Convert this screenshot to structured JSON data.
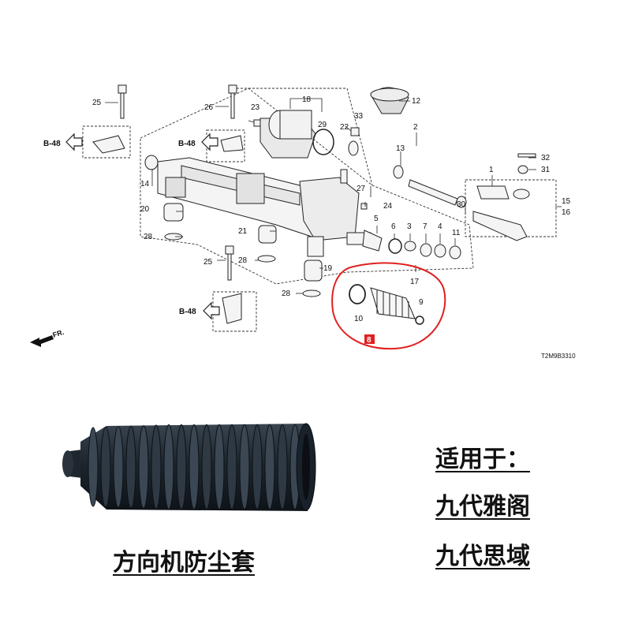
{
  "diagram": {
    "part_numbers": [
      "1",
      "2",
      "3",
      "4",
      "5",
      "6",
      "7",
      "8",
      "9",
      "10",
      "11",
      "12",
      "13",
      "14",
      "15",
      "16",
      "17",
      "18",
      "19",
      "20",
      "21",
      "22",
      "23",
      "24",
      "25",
      "26",
      "27",
      "28",
      "29",
      "30",
      "31",
      "32",
      "33"
    ],
    "ref_code": "B-48",
    "direction_label": "FR.",
    "diagram_code": "T2M9B3310",
    "highlight_color": "#e02020"
  },
  "product": {
    "name": "方向机防尘套",
    "fit_label": "适用于：",
    "models": [
      "九代雅阁",
      "九代思域"
    ]
  }
}
